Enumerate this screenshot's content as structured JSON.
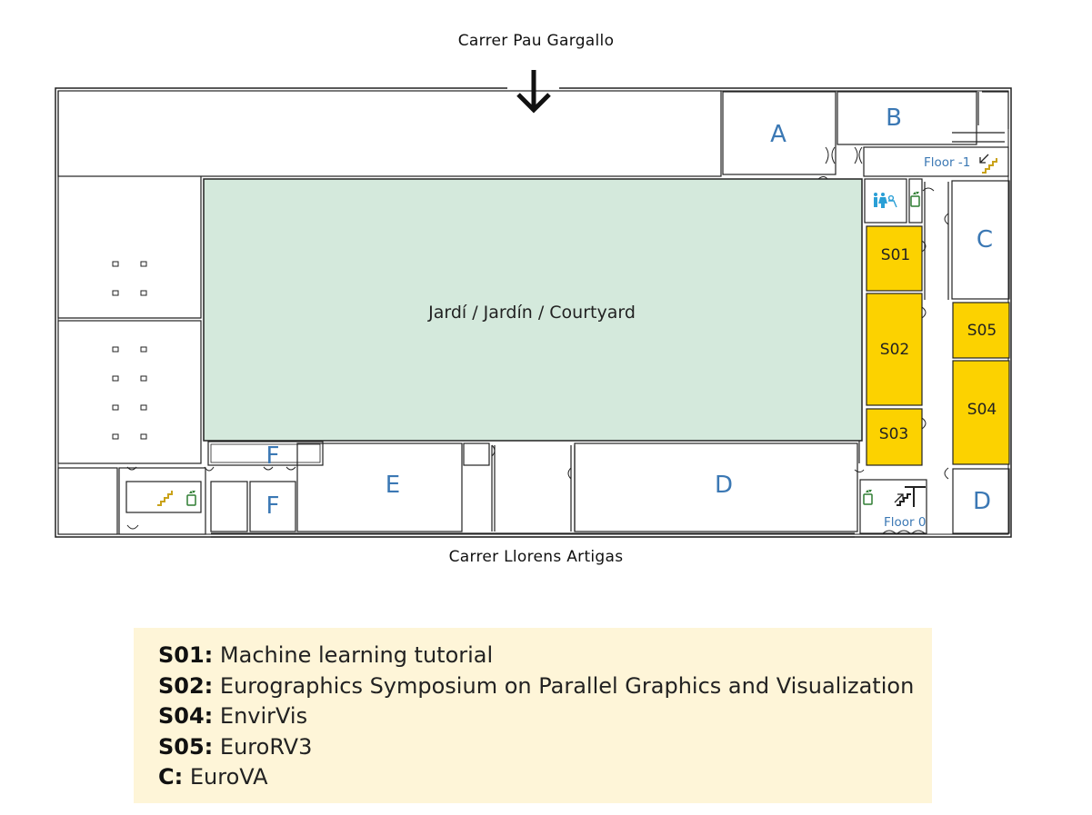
{
  "streets": {
    "top": "Carrer Pau Gargallo",
    "bottom": "Carrer Llorens Artigas"
  },
  "courtyard": {
    "label": "Jardí / Jardín / Courtyard"
  },
  "rooms": {
    "A": "A",
    "B": "B",
    "C": "C",
    "D": "D",
    "D2": "D",
    "E": "E",
    "F1": "F",
    "F2": "F",
    "S01": "S01",
    "S02": "S02",
    "S03": "S03",
    "S04": "S04",
    "S05": "S05"
  },
  "floors": {
    "minus1": "Floor -1",
    "zero": "Floor 0"
  },
  "icons": {
    "entrance": "down-arrow-icon",
    "stairs": "stairs-icon",
    "elevator": "elevator-icon",
    "toilets": "toilets-icon"
  },
  "colors": {
    "courtyard": "#d4e9dc",
    "session_room": "#fcd200",
    "room_label": "#3b78b4",
    "legend_bg": "#fef5d8",
    "stairs": "#c9a21a",
    "elevator": "#2e7d32",
    "toilets": "#2a9fd6"
  },
  "legend": [
    {
      "key": "S01:",
      "value": "Machine learning tutorial"
    },
    {
      "key": "S02:",
      "value": "Eurographics Symposium on Parallel Graphics and Visualization"
    },
    {
      "key": "S04:",
      "value": "EnvirVis"
    },
    {
      "key": "S05:",
      "value": "EuroRV3"
    },
    {
      "key": "C:",
      "value": "EuroVA"
    }
  ]
}
